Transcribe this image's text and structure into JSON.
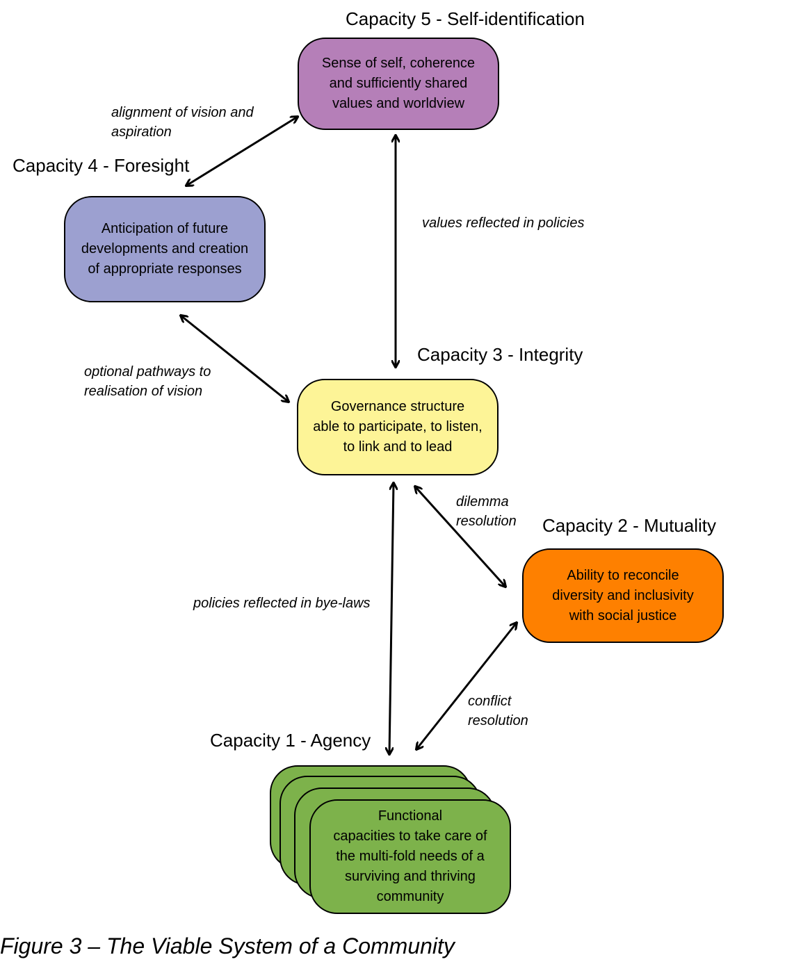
{
  "capacities": {
    "c5": "Capacity 5 - Self-identification",
    "c4": "Capacity 4 - Foresight",
    "c3": "Capacity 3 - Integrity",
    "c2": "Capacity 2 - Mutuality",
    "c1": "Capacity 1 - Agency"
  },
  "boxes": {
    "self_identification": [
      "Sense of self, coherence",
      "and sufficiently shared",
      "values and worldview"
    ],
    "foresight": [
      "Anticipation of future",
      "developments and creation",
      "of appropriate responses"
    ],
    "integrity": [
      "Governance structure",
      "able to participate, to listen,",
      "to link and to lead"
    ],
    "mutuality": [
      "Ability to reconcile",
      "diversity and inclusivity",
      "with social justice"
    ],
    "agency": [
      "Functional",
      "capacities to take care of",
      "the multi-fold needs of a",
      "surviving and thriving",
      "community"
    ]
  },
  "links": {
    "alignment": [
      "alignment of vision and",
      "aspiration"
    ],
    "values": "values reflected in policies",
    "pathways": [
      "optional pathways to",
      "realisation of vision"
    ],
    "dilemma": [
      "dilemma",
      "resolution"
    ],
    "policies": "policies reflected in bye-laws",
    "conflict": [
      "conflict",
      "resolution"
    ]
  },
  "colors": {
    "self_identification": "#b57fb8",
    "foresight": "#9ca0d0",
    "integrity": "#fdf497",
    "mutuality": "#fe8000",
    "agency": "#7db24b"
  },
  "caption": "Figure 3 – The Viable System of a Community"
}
